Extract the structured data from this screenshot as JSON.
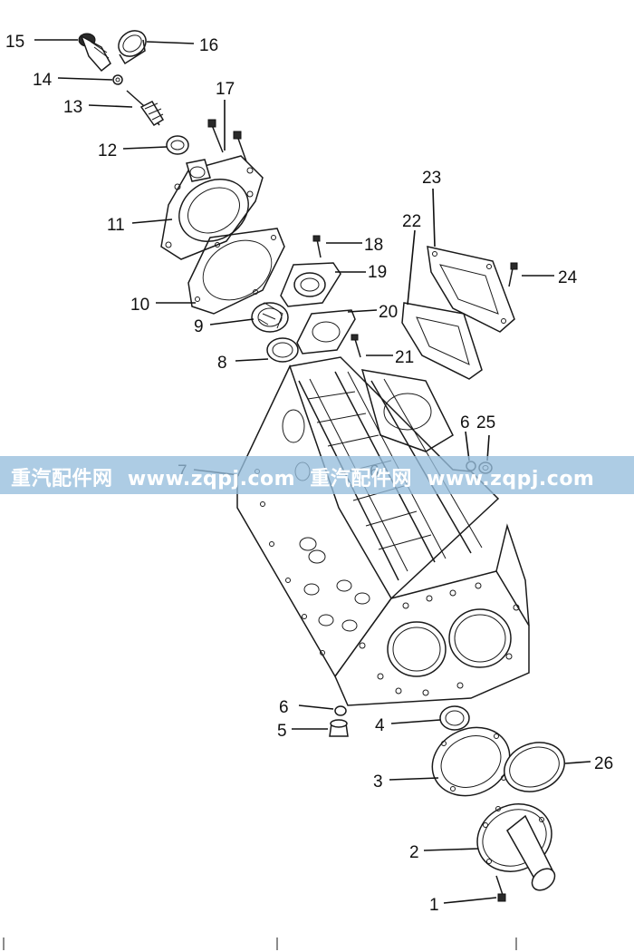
{
  "callouts": [
    {
      "id": "c1",
      "label": "1"
    },
    {
      "id": "c2",
      "label": "2"
    },
    {
      "id": "c3",
      "label": "3"
    },
    {
      "id": "c4",
      "label": "4"
    },
    {
      "id": "c5",
      "label": "5"
    },
    {
      "id": "c6a",
      "label": "6"
    },
    {
      "id": "c6b",
      "label": "6"
    },
    {
      "id": "c6c",
      "label": "6"
    },
    {
      "id": "c7",
      "label": "7"
    },
    {
      "id": "c8",
      "label": "8"
    },
    {
      "id": "c9",
      "label": "9"
    },
    {
      "id": "c10",
      "label": "10"
    },
    {
      "id": "c11",
      "label": "11"
    },
    {
      "id": "c12",
      "label": "12"
    },
    {
      "id": "c13",
      "label": "13"
    },
    {
      "id": "c14",
      "label": "14"
    },
    {
      "id": "c15",
      "label": "15"
    },
    {
      "id": "c16",
      "label": "16"
    },
    {
      "id": "c17",
      "label": "17"
    },
    {
      "id": "c18",
      "label": "18"
    },
    {
      "id": "c19",
      "label": "19"
    },
    {
      "id": "c20",
      "label": "20"
    },
    {
      "id": "c21",
      "label": "21"
    },
    {
      "id": "c22",
      "label": "22"
    },
    {
      "id": "c23",
      "label": "23"
    },
    {
      "id": "c24",
      "label": "24"
    },
    {
      "id": "c25",
      "label": "25"
    },
    {
      "id": "c26",
      "label": "26"
    }
  ],
  "watermark": {
    "text": "重汽配件网  www.zqpj.com  重汽配件网  www.zqpj.com"
  }
}
